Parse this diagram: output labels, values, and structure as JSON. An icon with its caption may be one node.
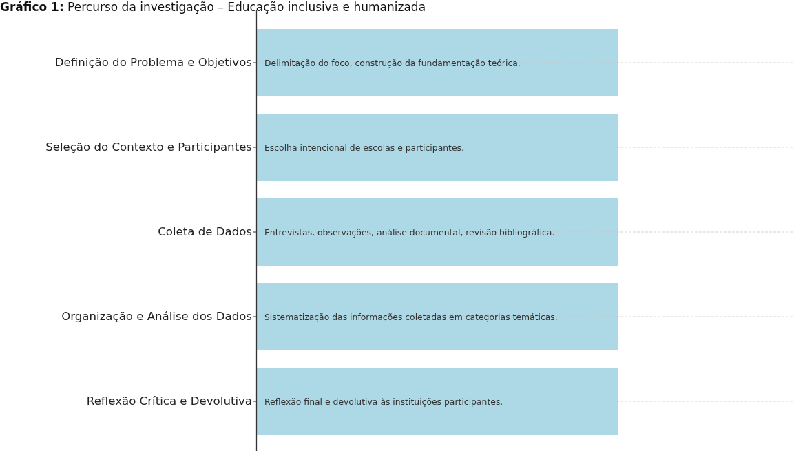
{
  "diagram": {
    "title": "**Gráfico 1:** Percurso da investigação – Educação inclusiva e humanizada",
    "nodes": [
      {
        "text": [
          "Delimitação do foco, construção da fundamentação teórica."
        ],
        "beside": [
          "Definição do Problema e Objetivos"
        ]
      },
      {
        "text": [
          "Escolha intencional de escolas e participantes."
        ],
        "beside": [
          "Seleção do Contexto e Participantes"
        ]
      },
      {
        "text": [
          "Entrevistas, observações, análise documental, revisão bibliográfica."
        ],
        "beside": [
          "Coleta de Dados"
        ]
      },
      {
        "text": [
          "Sistematização das informações coletadas em categorias temáticas."
        ],
        "beside": [
          "Organização e Análise dos Dados"
        ]
      },
      {
        "text": [
          "Reflexão final e devolutiva às instituições participantes."
        ],
        "beside": [
          "Reflexão Crítica e Devolutiva"
        ]
      }
    ]
  }
}
